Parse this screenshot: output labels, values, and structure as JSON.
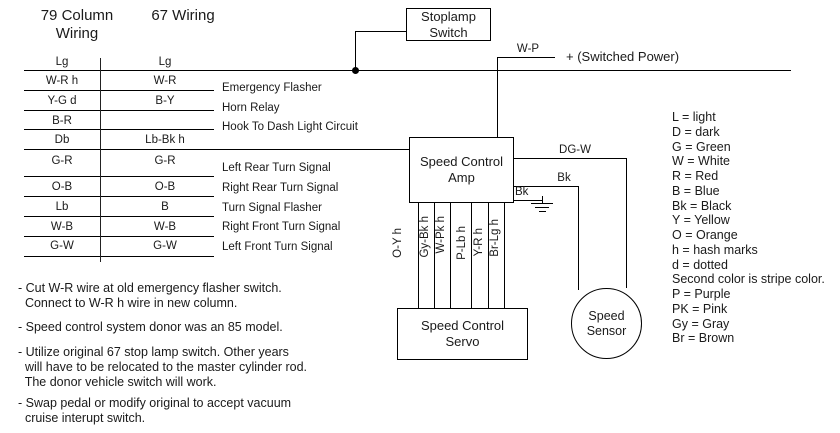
{
  "headers": {
    "left_col": "79 Column\nWiring",
    "right_col": "67 Wiring"
  },
  "wire_rows": [
    {
      "left": "Lg",
      "right": "Lg",
      "desc": ""
    },
    {
      "left": "W-R h",
      "right": "W-R",
      "desc": "Emergency Flasher"
    },
    {
      "left": "Y-G d",
      "right": "B-Y",
      "desc": "Horn Relay"
    },
    {
      "left": "B-R",
      "right": "",
      "desc": "Hook To Dash Light Circuit"
    },
    {
      "left": "Db",
      "right": "Lb-Bk h",
      "desc": ""
    },
    {
      "left": "G-R",
      "right": "G-R",
      "desc": "Left Rear Turn Signal"
    },
    {
      "left": "O-B",
      "right": "O-B",
      "desc": "Right Rear Turn Signal"
    },
    {
      "left": "Lb",
      "right": "B",
      "desc": "Turn Signal Flasher"
    },
    {
      "left": "W-B",
      "right": "W-B",
      "desc": "Right Front Turn Signal"
    },
    {
      "left": "G-W",
      "right": "G-W",
      "desc": "Left Front Turn Signal"
    }
  ],
  "blocks": {
    "stoplamp_switch": "Stoplamp\nSwitch",
    "speed_control_amp": "Speed Control\nAmp",
    "speed_control_servo": "Speed Control\nServo",
    "speed_sensor": "Speed\nSensor"
  },
  "wire_tags": {
    "switched_power_label": "W-P",
    "switched_power_text": "+ (Switched Power)",
    "dg_w": "DG-W",
    "bk_sensor": "Bk",
    "bk_ground": "Bk"
  },
  "servo_wires": [
    "O-Y h",
    "Gy-Bk h",
    "W-Pk h",
    "P-Lb h",
    "Y-R h",
    "Br-Lg h"
  ],
  "legend": [
    "L = light",
    "D = dark",
    "G = Green",
    "W = White",
    "R = Red",
    "B = Blue",
    "Bk = Black",
    "Y = Yellow",
    "O = Orange",
    "h = hash marks",
    "d = dotted",
    "Second color is stripe color.",
    "P = Purple",
    "PK = Pink",
    "Gy = Gray",
    "Br = Brown"
  ],
  "notes": [
    "- Cut W-R wire at old emergency flasher switch.\n  Connect to W-R h wire in new column.",
    "- Speed control system donor was an 85 model.",
    "- Utilize original 67 stop lamp switch. Other years\n  will have to be relocated to the master cylinder rod.\n  The donor vehicle switch will work.",
    "- Swap pedal or modify original to accept vacuum\n  cruise interupt switch."
  ],
  "colors": {
    "line": "#000000",
    "text": "#1a1a1a",
    "background": "#ffffff"
  }
}
